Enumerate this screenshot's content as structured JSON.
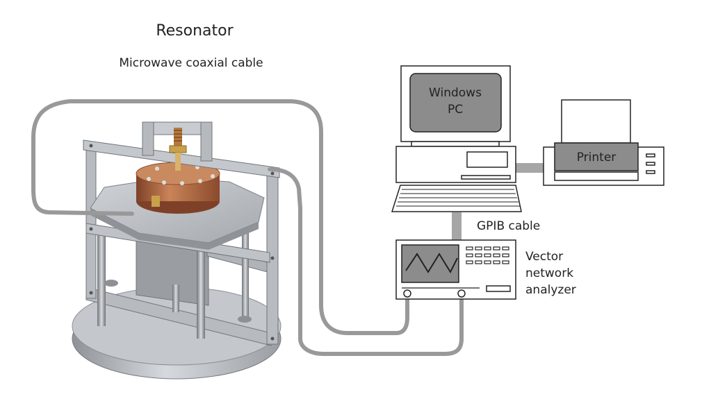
{
  "labels": {
    "resonator": "Resonator",
    "cable": "Microwave coaxial cable",
    "pc_line1": "Windows",
    "pc_line2": "PC",
    "printer": "Printer",
    "gpib": "GPIB cable",
    "vna_line1": "Vector",
    "vna_line2": "network",
    "vna_line3": "analyzer"
  },
  "colors": {
    "cable": "#999999",
    "outline": "#222222",
    "box_fill": "#8c8c8c",
    "metal_light": "#c9ccd0",
    "metal_mid": "#a9adb2",
    "metal_dark": "#7d8288",
    "copper": "#b36b45",
    "copper_dark": "#8a4a2c"
  },
  "icons": [
    "resonator-photo",
    "computer-icon",
    "keyboard-icon",
    "printer-icon",
    "vector-network-analyzer-icon"
  ]
}
